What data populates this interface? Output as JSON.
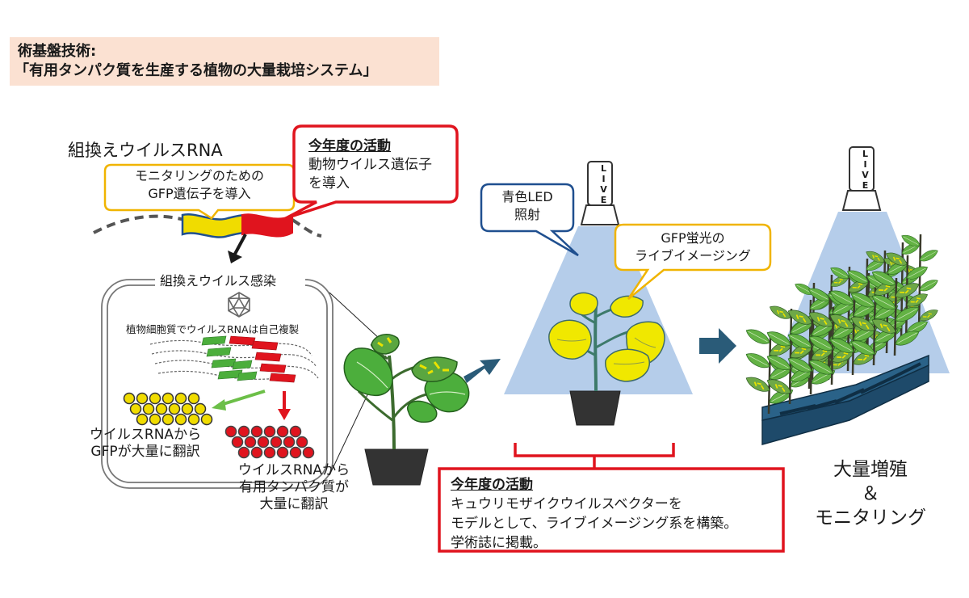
{
  "title": {
    "line1": "術基盤技術:",
    "line2": "「有用タンパク質を生産する植物の大量栽培システム」"
  },
  "virus": {
    "label": "組換えウイルスRNA",
    "gfp_callout": [
      "モニタリングのための",
      "GFP遺伝子を導入"
    ],
    "activity_heading": "今年度の活動",
    "activity_body": [
      "動物ウイルス遺伝子",
      "を導入"
    ]
  },
  "infection": {
    "title": "組換えウイルス感染",
    "replication": "植物細胞質でウイルスRNAは自己複製",
    "gfp_translation": [
      "ウイルスRNAから",
      "GFPが大量に翻訳"
    ],
    "protein_translation": [
      "ウイルスRNAから",
      "有用タンパク質が",
      "大量に翻訳"
    ]
  },
  "imaging": {
    "blue_led": [
      "青色LED",
      "照射"
    ],
    "gfp_live": [
      "GFP蛍光の",
      "ライブイメージング"
    ],
    "camera_label": "LIVE"
  },
  "activity2": {
    "heading": "今年度の活動",
    "lines": [
      "キュウリモザイクウイルスベクターを",
      "モデルとして、ライブイメージング系を構築。",
      "学術誌に掲載。"
    ]
  },
  "result": {
    "lines": [
      "大量増殖",
      "＆",
      "モニタリング"
    ]
  },
  "colors": {
    "red": "#e0141e",
    "yellow": "#f0dc00",
    "orange_border": "#f0b400",
    "blue_border": "#1f4f8f",
    "green": "#4cae3c",
    "arrow_blue": "#2a5b78",
    "light_blue": "#a8c4e6",
    "title_bg": "#fbe1d2"
  }
}
